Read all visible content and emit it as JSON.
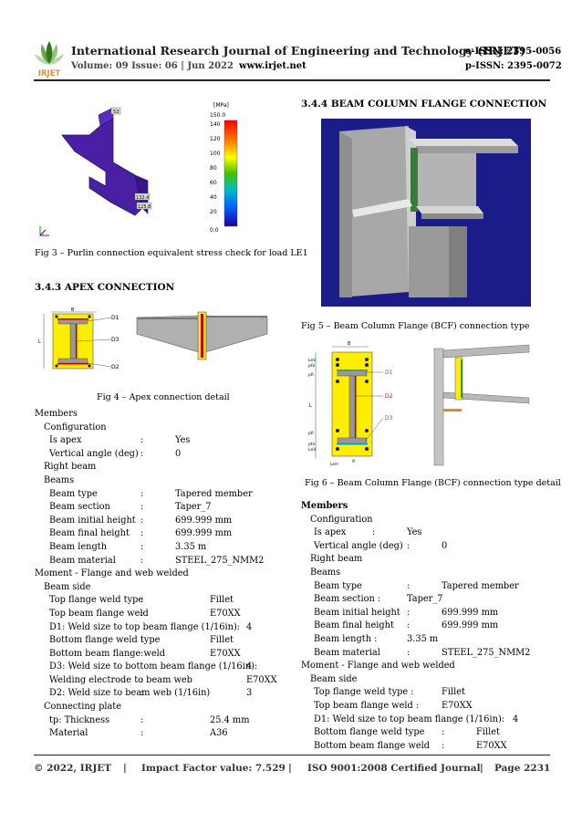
{
  "header": {
    "logo_text": "IRJET",
    "journal": "International Research Journal of Engineering and Technology (IRJET)",
    "eissn": "e-ISSN: 2395-0056",
    "volume": "Volume: 09 Issue: 06 | Jun 2022",
    "site": "www.irjet.net",
    "pissn": "p-ISSN: 2395-0072"
  },
  "fig3": {
    "unit": "[MPa]",
    "ticks": [
      "150.0",
      "140",
      "120",
      "100",
      "80",
      "60",
      "40",
      "20",
      "0.0"
    ],
    "tags": [
      "53",
      "132.4",
      "125.8"
    ],
    "caption": "Fig 3 – Purlin connection equivalent stress check for load LE1"
  },
  "sec343": "3.4.3    APEX CONNECTION",
  "fig4": {
    "labels": [
      "B",
      "L",
      "D1",
      "D3",
      "D2"
    ],
    "caption": "Fig 4 – Apex connection detail"
  },
  "sec344": "3.4.4    BEAM COLUMN FLANGE CONNECTION",
  "fig5": {
    "caption": "Fig 5 – Beam Column Flange (BCF) connection type"
  },
  "fig6": {
    "labels": [
      "B",
      "LeV",
      "pfo",
      "pfi",
      "D1",
      "D2",
      "D3",
      "L",
      "pfi",
      "pfo",
      "LeV",
      "g",
      "LeH"
    ],
    "caption": "Fig 6 – Beam Column Flange (BCF) connection type detail"
  },
  "left_list": [
    {
      "i": 0,
      "a": "Members"
    },
    {
      "i": 1,
      "a": "Configuration"
    },
    {
      "i": 2,
      "a": "Is apex",
      "b": ":",
      "c": "Yes"
    },
    {
      "i": 2,
      "a": "Vertical angle (deg)",
      "b": ":",
      "c": "0"
    },
    {
      "i": 1,
      "a": "Right beam"
    },
    {
      "i": 1,
      "a": "Beams"
    },
    {
      "i": 2,
      "a": "Beam type",
      "b": ":",
      "c": "Tapered member"
    },
    {
      "i": 2,
      "a": "Beam section",
      "b": ":",
      "c": "Taper_7"
    },
    {
      "i": 2,
      "a": "Beam initial height",
      "b": ":",
      "c": "699.999 mm"
    },
    {
      "i": 2,
      "a": "Beam final height",
      "b": ":",
      "c": "699.999 mm"
    },
    {
      "i": 2,
      "a": "Beam length",
      "b": ":",
      "c": "3.35 m"
    },
    {
      "i": 2,
      "a": "Beam material",
      "b": ":",
      "c": "STEEL_275_NMM2"
    },
    {
      "i": 0,
      "a": "Moment - Flange and web welded"
    },
    {
      "i": 1,
      "a": "Beam side"
    },
    {
      "i": 2,
      "a": "Top flange weld type",
      "b": ":",
      "c": "Fillet"
    },
    {
      "i": 2,
      "a": "Top beam flange weld",
      "b": ":",
      "c": "E70XX"
    },
    {
      "i": 2,
      "a": "D1:  Weld size to top beam flange (1/16in):",
      "c": "4"
    },
    {
      "i": 2,
      "a": "Bottom flange weld type",
      "b": ":",
      "c": "Fillet"
    },
    {
      "i": 2,
      "a": "Bottom beam flange weld",
      "b": ":",
      "c": "E70XX"
    },
    {
      "i": 2,
      "a": "D3:  Weld size to bottom beam flange (1/16in):",
      "c": "4"
    },
    {
      "i": 2,
      "a": "Welding electrode to beam web",
      "b": ":",
      "c": "E70XX"
    },
    {
      "i": 2,
      "a": "D2:  Weld size to beam web (1/16in)",
      "b": ":",
      "c": "3"
    },
    {
      "i": 1,
      "a": "Connecting plate"
    },
    {
      "i": 2,
      "a": "tp: Thickness",
      "b": ":",
      "c": "25.4 mm"
    },
    {
      "i": 2,
      "a": "Material",
      "b": ":",
      "c": "A36"
    }
  ],
  "right_list": [
    {
      "i": 0,
      "a": "Members",
      "bold": true
    },
    {
      "i": 1,
      "a": "Configuration"
    },
    {
      "i": 2,
      "a": "Is apex",
      "b": ":",
      "c": "Yes"
    },
    {
      "i": 2,
      "a": "Vertical angle (deg)",
      "b": ":",
      "c": "0"
    },
    {
      "i": 1,
      "a": "Right beam"
    },
    {
      "i": 1,
      "a": "Beams"
    },
    {
      "i": 2,
      "a": "Beam type",
      "b": ":",
      "c": "Tapered member"
    },
    {
      "i": 2,
      "a": "Beam section :",
      "c": "Taper_7"
    },
    {
      "i": 2,
      "a": "Beam initial height",
      "b": ":",
      "c": "699.999 mm"
    },
    {
      "i": 2,
      "a": "Beam final height",
      "b": ":",
      "c": "699.999 mm"
    },
    {
      "i": 2,
      "a": "Beam length  :",
      "c": "3.35 m"
    },
    {
      "i": 2,
      "a": "Beam material",
      "b": ":",
      "c": "STEEL_275_NMM2"
    },
    {
      "i": 0,
      "a": "Moment - Flange and web welded"
    },
    {
      "i": 1,
      "a": "Beam side"
    },
    {
      "i": 2,
      "a": "Top flange weld type  :",
      "c": "Fillet"
    },
    {
      "i": 2,
      "a": "Top beam flange weld :",
      "c": "E70XX"
    },
    {
      "i": 2,
      "a": "D1:  Weld size to top beam flange (1/16in):",
      "c": "4"
    },
    {
      "i": 2,
      "a": "Bottom flange weld type",
      "b": ":",
      "c": "Fillet"
    },
    {
      "i": 2,
      "a": "Bottom beam flange weld",
      "b": ":",
      "c": "E70XX"
    }
  ],
  "footer": {
    "copyright": "© 2022, IRJET",
    "sep": "|",
    "impact": "Impact Factor value: 7.529",
    "iso": "ISO 9001:2008 Certified Journal",
    "page": "Page 2231"
  }
}
